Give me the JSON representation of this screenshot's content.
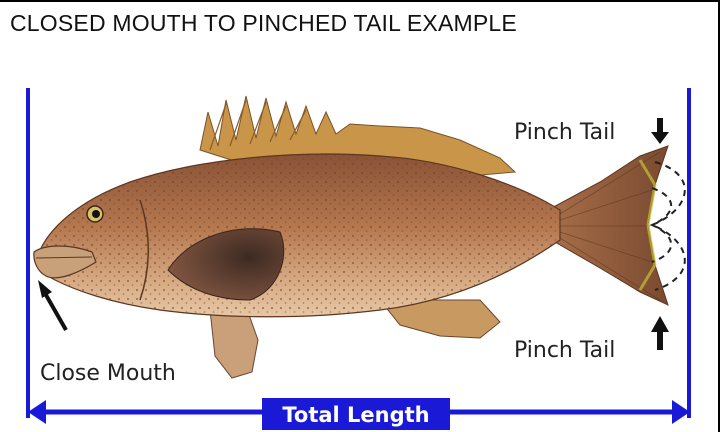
{
  "title": "CLOSED MOUTH TO PINCHED TAIL EXAMPLE",
  "figure": {
    "labels": {
      "pinch_tail_top": "Pinch Tail",
      "pinch_tail_bottom": "Pinch Tail",
      "close_mouth": "Close Mouth",
      "total_length": "Total Length"
    },
    "colors": {
      "measure_blue": "#1a1ad6",
      "arrow_black": "#111111",
      "fish_body": "#b0714a",
      "fish_belly": "#d9b08c",
      "fish_fin": "#c79a58"
    }
  }
}
